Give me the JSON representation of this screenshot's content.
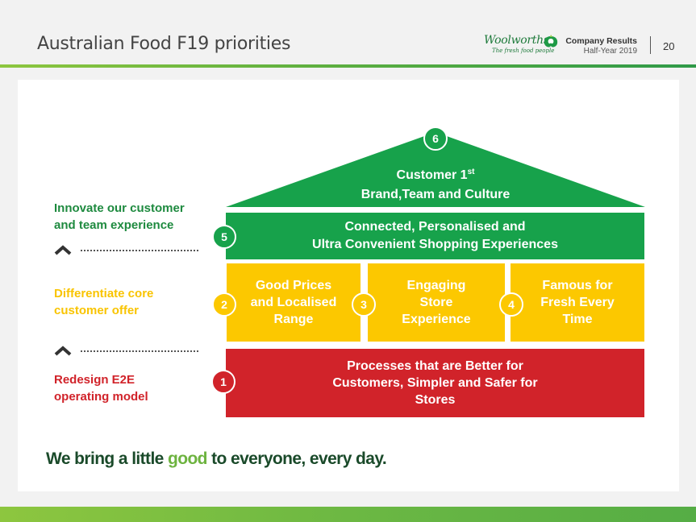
{
  "header": {
    "title": "Australian Food F19 priorities",
    "brand_name": "Woolworths",
    "brand_tagline": "The fresh food people",
    "results_title": "Company Results",
    "results_period": "Half-Year 2019",
    "page_number": "20"
  },
  "colors": {
    "green": "#17a24b",
    "yellow": "#fcc800",
    "red": "#d1232a",
    "accent_light_green": "#8dc63f"
  },
  "house": {
    "roof": {
      "number": "6",
      "line1": "Customer 1",
      "sup": "st",
      "line2": "Brand,Team and Culture"
    },
    "bar5": {
      "number": "5",
      "line1": "Connected, Personalised and",
      "line2": "Ultra Convenient Shopping Experiences"
    },
    "pillars": [
      {
        "number": "2",
        "line1": "Good Prices",
        "line2": "and Localised",
        "line3": "Range"
      },
      {
        "number": "3",
        "line1": "Engaging",
        "line2": "Store",
        "line3": "Experience"
      },
      {
        "number": "4",
        "line1": "Famous for",
        "line2": "Fresh Every",
        "line3": "Time"
      }
    ],
    "bar1": {
      "number": "1",
      "line1": "Processes that are Better for",
      "line2": "Customers, Simpler and Safer for",
      "line3": "Stores"
    }
  },
  "side_labels": {
    "green": {
      "line1": "Innovate our customer",
      "line2": "and team experience"
    },
    "yellow": {
      "line1": "Differentiate core",
      "line2": "customer offer"
    },
    "red": {
      "line1": "Redesign E2E",
      "line2": "operating model"
    }
  },
  "tagline": {
    "pre": "We bring a little ",
    "highlight": "good",
    "post": " to everyone, every day."
  }
}
